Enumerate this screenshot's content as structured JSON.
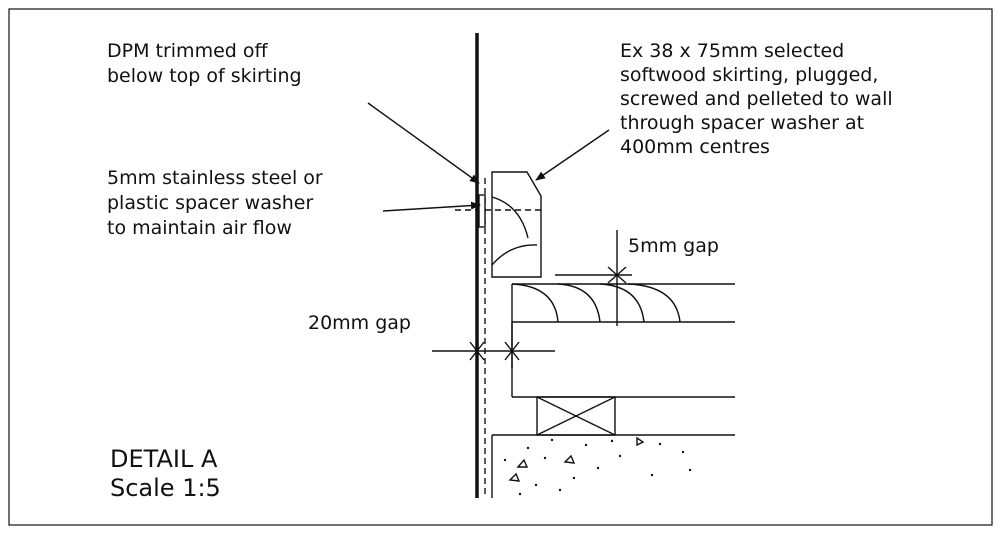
{
  "colors": {
    "ink": "#111111",
    "background": "#ffffff"
  },
  "annotations": {
    "dpm_note": [
      "DPM trimmed off",
      "below top of skirting"
    ],
    "washer_note": [
      "5mm stainless steel or",
      "plastic spacer washer",
      "to maintain air flow"
    ],
    "skirting_note": [
      "Ex 38 x 75mm selected",
      "softwood skirting, plugged,",
      "screwed and pelleted to wall",
      "through spacer washer at",
      "400mm centres"
    ],
    "gap_5mm": "5mm gap",
    "gap_20mm": "20mm gap"
  },
  "title_block": {
    "detail": "DETAIL A",
    "scale": "Scale 1:5"
  }
}
